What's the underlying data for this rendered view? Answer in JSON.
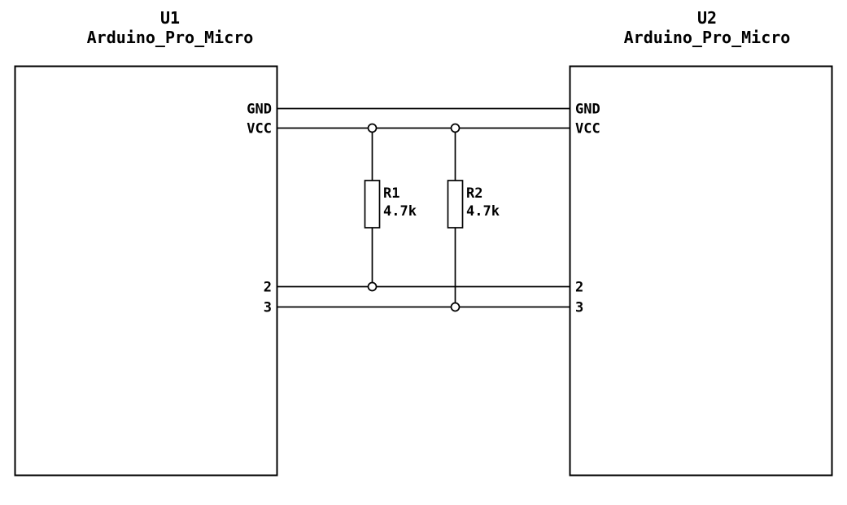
{
  "diagram": {
    "type": "electronic-schematic",
    "background_color": "#ffffff",
    "line_color": "#000000",
    "components": [
      {
        "ref": "U1",
        "value": "Arduino_Pro_Micro",
        "pins": [
          "GND",
          "VCC",
          "2",
          "3"
        ]
      },
      {
        "ref": "U2",
        "value": "Arduino_Pro_Micro",
        "pins": [
          "GND",
          "VCC",
          "2",
          "3"
        ]
      }
    ],
    "resistors": [
      {
        "ref": "R1",
        "value": "4.7k"
      },
      {
        "ref": "R2",
        "value": "4.7k"
      }
    ],
    "wires": [
      {
        "net": "GND",
        "from": "U1.GND",
        "to": "U2.GND",
        "taps": []
      },
      {
        "net": "VCC",
        "from": "U1.VCC",
        "to": "U2.VCC",
        "taps": [
          "R1.top",
          "R2.top"
        ]
      },
      {
        "net": "2",
        "from": "U1.2",
        "to": "U2.2",
        "taps": [
          "R1.bottom"
        ]
      },
      {
        "net": "3",
        "from": "U1.3",
        "to": "U2.3",
        "taps": [
          "R2.bottom"
        ]
      }
    ]
  }
}
